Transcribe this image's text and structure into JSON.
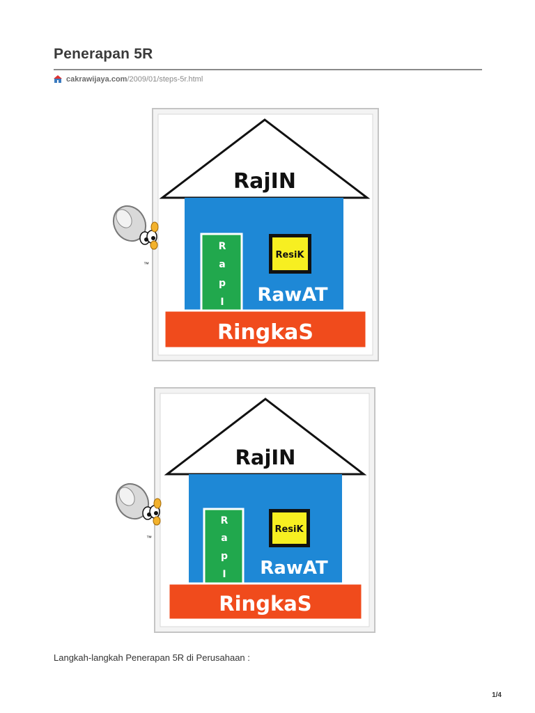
{
  "document": {
    "title": "Penerapan 5R",
    "source": {
      "domain": "cakrawijaya.com",
      "path": "/2009/01/steps-5r.html"
    },
    "body_text": "Langkah-langkah Penerapan 5R di Perusahaan :",
    "page_number": "1/4"
  },
  "figure": {
    "roof_label": "RajIN",
    "badge_label": "ResiK",
    "pillar_letters": [
      "R",
      "a",
      "p",
      "I"
    ],
    "wall_label": "RawAT",
    "base_label": "RingkaS",
    "mascot_mark": "™",
    "colors": {
      "frame": "#cfcfcf",
      "wall": "#1e88d6",
      "pillar": "#21a84d",
      "badge": "#f7ef21",
      "base": "#f04b1c",
      "roof_fill": "#ffffff"
    }
  }
}
